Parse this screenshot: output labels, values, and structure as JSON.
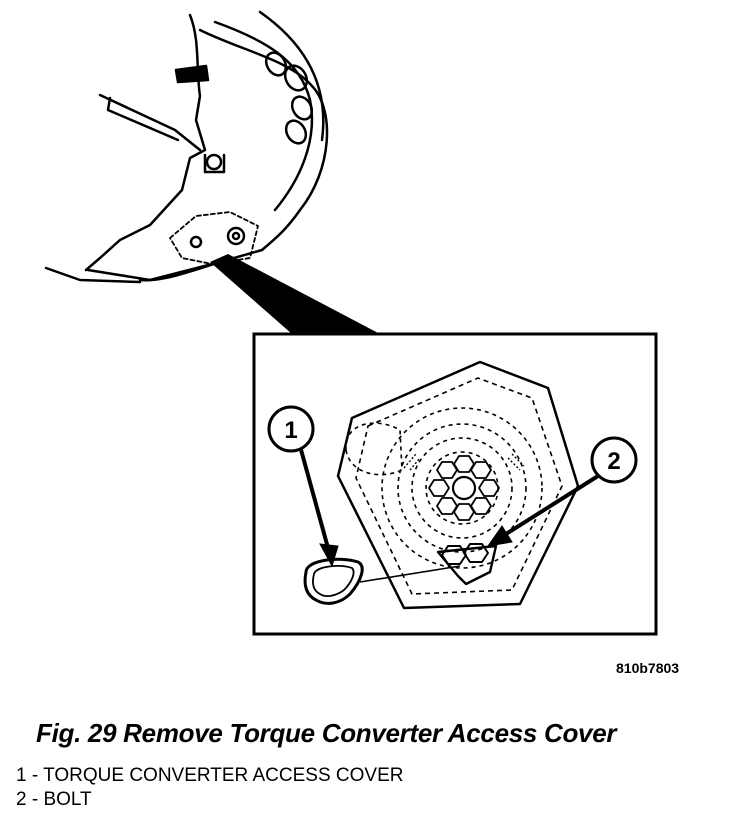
{
  "figure": {
    "code": "810b7803",
    "caption": "Fig. 29 Remove Torque Converter Access Cover",
    "callouts": [
      {
        "number": "1",
        "text": "TORQUE CONVERTER ACCESS COVER"
      },
      {
        "number": "2",
        "text": "BOLT"
      }
    ],
    "legend": [
      "1 - TORQUE CONVERTER ACCESS COVER",
      "2 - BOLT"
    ]
  }
}
